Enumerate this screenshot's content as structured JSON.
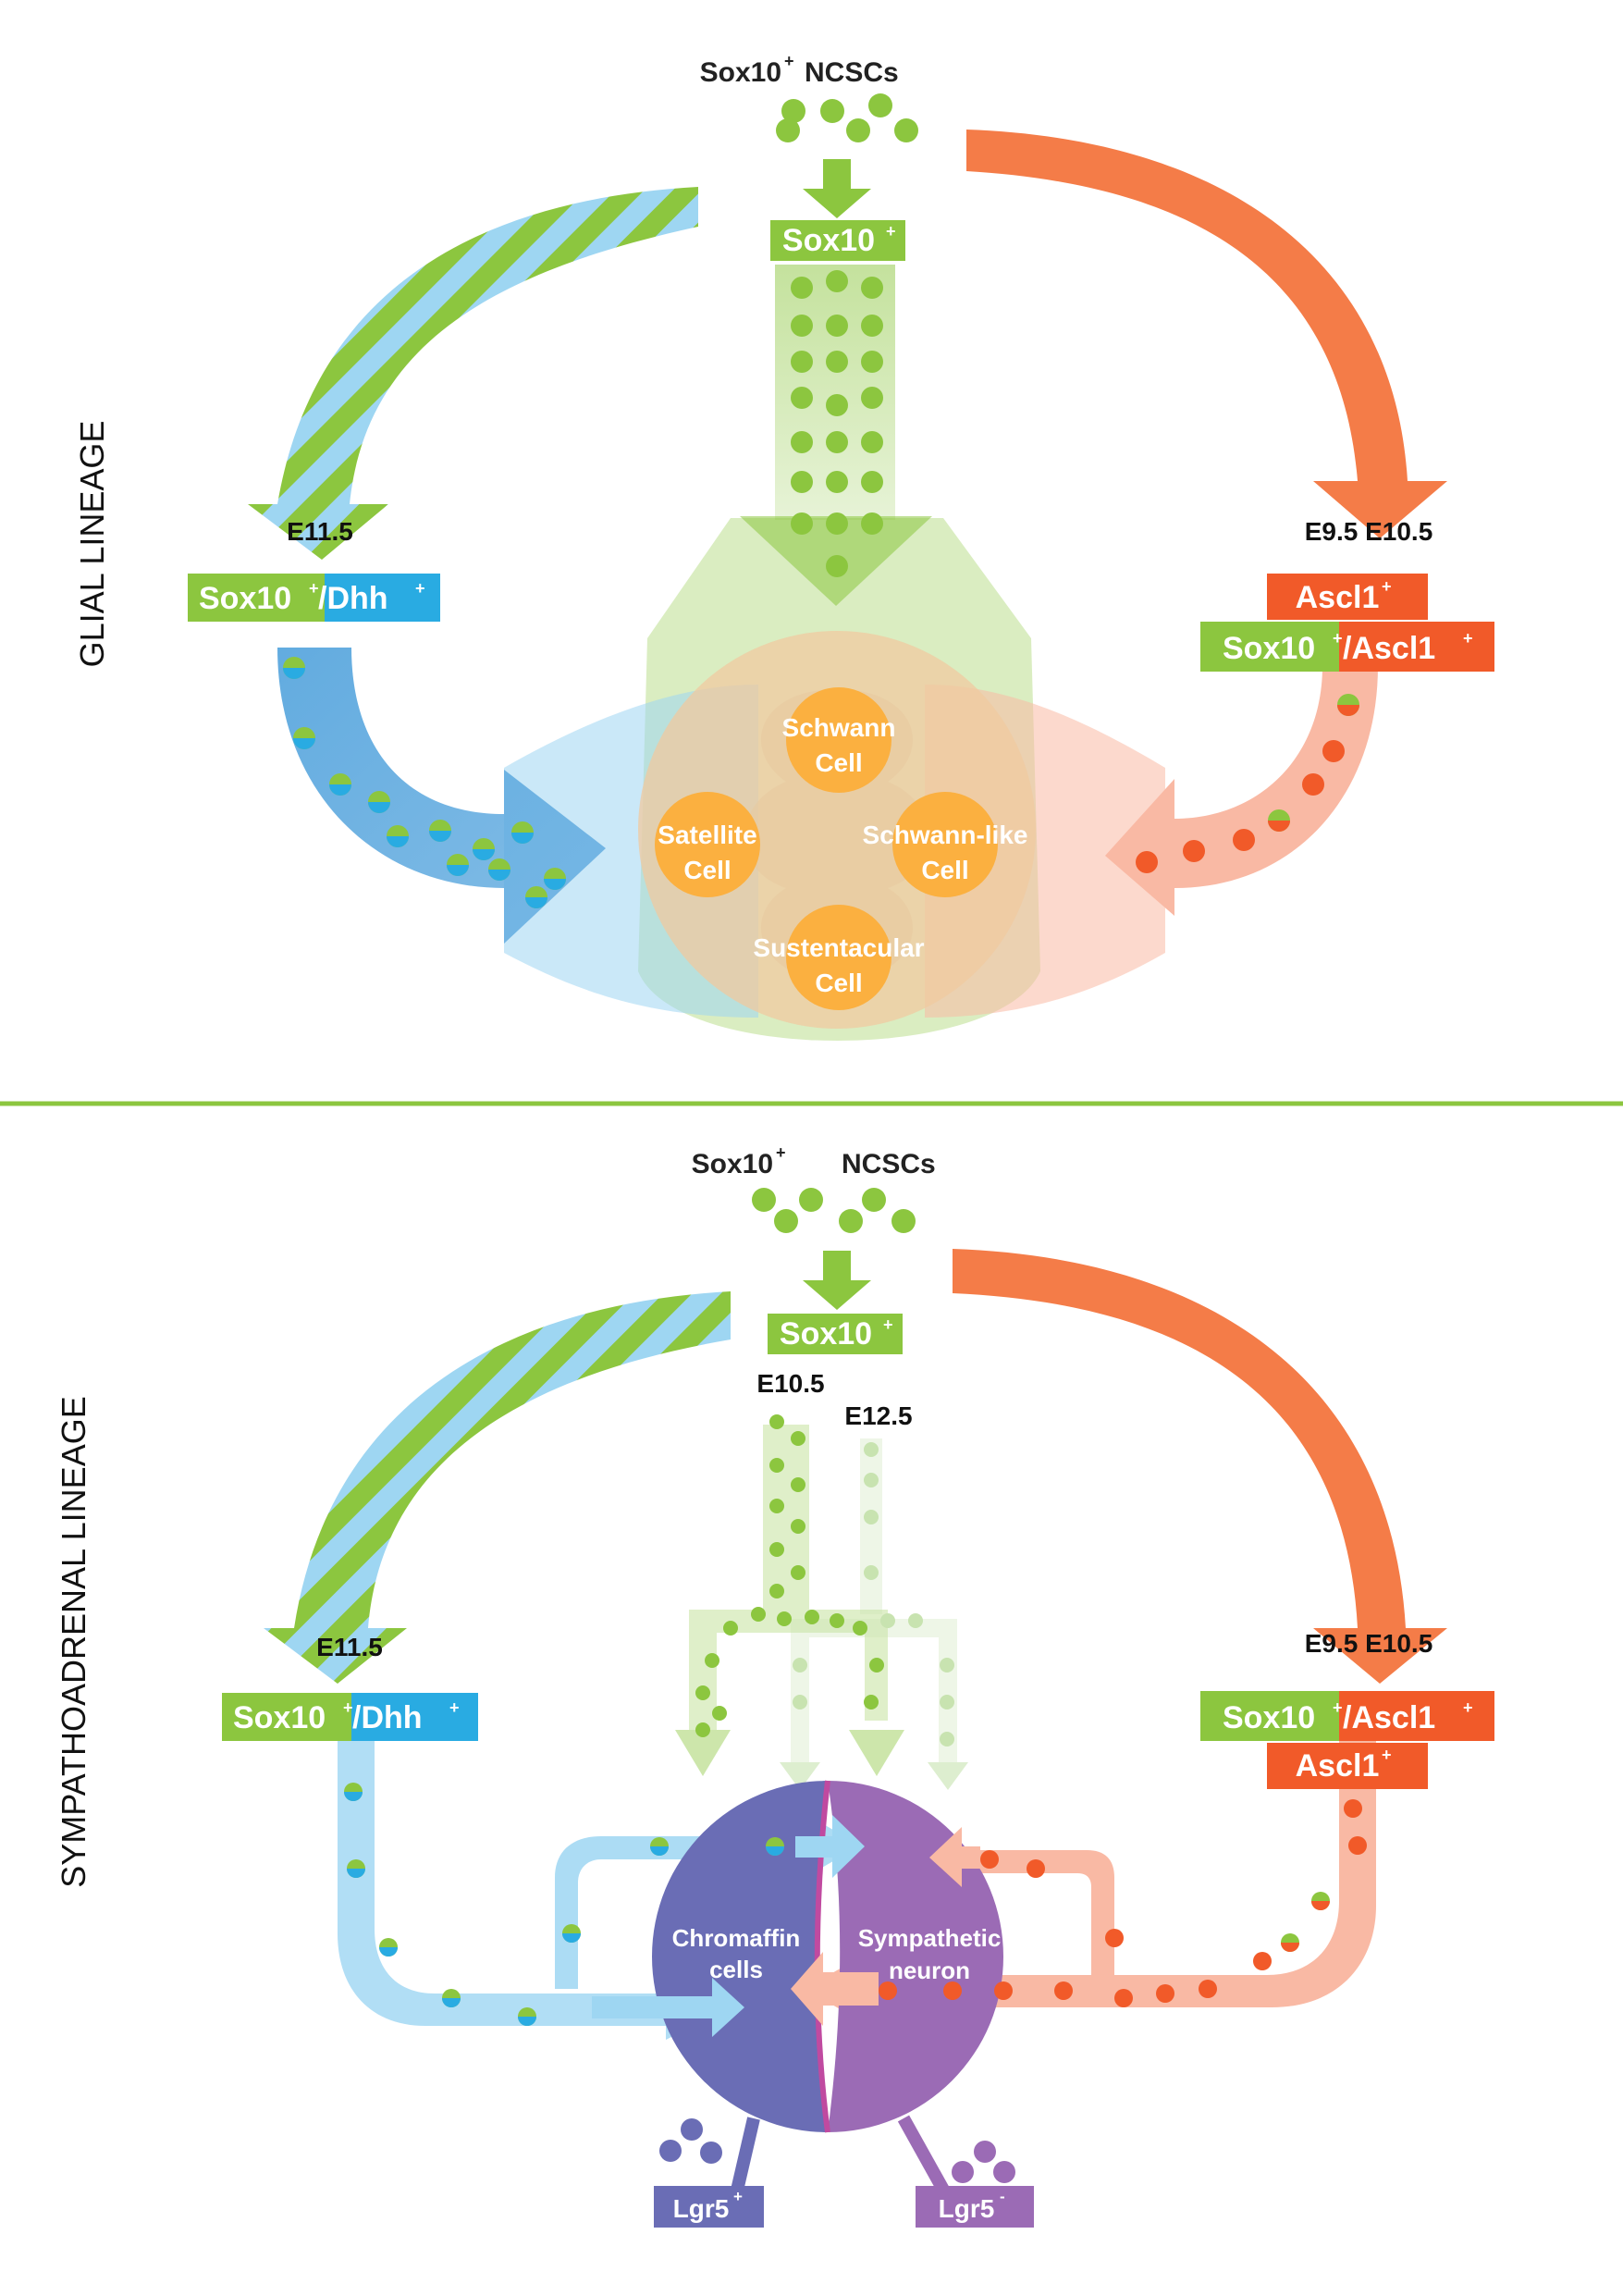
{
  "colors": {
    "green": "#8cc63f",
    "blue": "#29abe2",
    "light_blue": "#9ed6f2",
    "orange": "#f47c48",
    "red": "#f15a29",
    "cell_orange": "#fbb040",
    "chromaffin": "#6a6db5",
    "sympathetic": "#9b6bb5",
    "divider": "#8cc63f"
  },
  "glial": {
    "side_label": "GLIAL LINEAGE",
    "ncsc_left": "Sox10",
    "ncsc_right": "NCSCs",
    "sox10_box": "Sox10",
    "left_time": "E11.5",
    "left_box_a": "Sox10",
    "left_box_b": "/Dhh",
    "right_time": "E9.5 E10.5",
    "right_box_top": "Ascl1",
    "right_box_bottom_a": "Sox10",
    "right_box_bottom_b": "/Ascl1",
    "cells": [
      {
        "line1": "Schwann",
        "line2": "Cell"
      },
      {
        "line1": "Satellite",
        "line2": "Cell"
      },
      {
        "line1": "Schwann-like",
        "line2": "Cell"
      },
      {
        "line1": "Sustentacular",
        "line2": "Cell"
      }
    ]
  },
  "sympathoadrenal": {
    "side_label": "SYMPATHOADRENAL LINEAGE",
    "ncsc_left": "Sox10",
    "ncsc_right": "NCSCs",
    "sox10_box": "Sox10",
    "time_a": "E10.5",
    "time_b": "E12.5",
    "left_time": "E11.5",
    "left_box_a": "Sox10",
    "left_box_b": "/Dhh",
    "right_time": "E9.5 E10.5",
    "right_box_top_a": "Sox10",
    "right_box_top_b": "/Ascl1",
    "right_box_bottom": "Ascl1",
    "chromaffin_line1": "Chromaffin",
    "chromaffin_line2": "cells",
    "sympathetic_line1": "Sympathetic",
    "sympathetic_line2": "neuron",
    "lgr5_pos": "Lgr5",
    "lgr5_neg": "Lgr5",
    "sup_plus": "+",
    "sup_minus": "-"
  }
}
